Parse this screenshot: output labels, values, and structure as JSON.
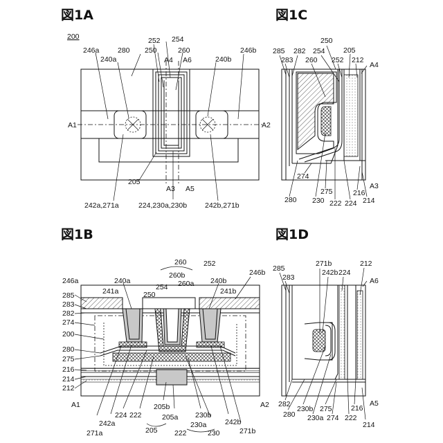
{
  "figures": {
    "fig1a": {
      "title": "図1A",
      "ref": "200",
      "labels": {
        "l246a": "246a",
        "l240a": "240a",
        "l280": "280",
        "l252": "252",
        "l254": "254",
        "l250": "250",
        "l260": "260",
        "lA4": "A4",
        "lA6": "A6",
        "l240b": "240b",
        "l246b": "246b",
        "lA1": "A1",
        "lA2": "A2",
        "l205": "205",
        "lA3": "A3",
        "lA5": "A5",
        "l242a": "242a,271a",
        "l224": "224,230a,230b",
        "l242b": "242b,271b"
      }
    },
    "fig1b": {
      "title": "図1B",
      "labels": {
        "l260": "260",
        "l252": "252",
        "l260b": "260b",
        "l246a": "246a",
        "l240a": "240a",
        "l260a": "260a",
        "l240b": "240b",
        "l246b": "246b",
        "l241a": "241a",
        "l254": "254",
        "l250": "250",
        "l241b": "241b",
        "l285": "285",
        "l283": "283",
        "l282": "282",
        "l274": "274",
        "l200": "200",
        "l280": "280",
        "l275": "275",
        "l216": "216",
        "l214": "214",
        "l212": "212",
        "lA1": "A1",
        "lA2": "A2",
        "l271a": "271a",
        "l242a": "242a",
        "l224": "224",
        "l222": "222",
        "l205b": "205b",
        "l205a": "205a",
        "l230b": "230b",
        "l230a": "230a",
        "l242b": "242b",
        "l271b": "271b",
        "l205": "205",
        "l222b": "222",
        "l230": "230"
      }
    },
    "fig1c": {
      "title": "図1C",
      "labels": {
        "l250": "250",
        "l285": "285",
        "l282": "282",
        "l254": "254",
        "l205": "205",
        "l283": "283",
        "l260": "260",
        "l252": "252",
        "l212": "212",
        "lA4": "A4",
        "lA3": "A3",
        "l274": "274",
        "l275": "275",
        "l216": "216",
        "l280": "280",
        "l230": "230",
        "l222": "222",
        "l224": "224",
        "l214": "214"
      }
    },
    "fig1d": {
      "title": "図1D",
      "labels": {
        "l271b": "271b",
        "l285": "285",
        "l242b": "242b",
        "l224": "224",
        "l212": "212",
        "l283": "283",
        "lA6": "A6",
        "lA5": "A5",
        "l282": "282",
        "l230b": "230b",
        "l275": "275",
        "l216": "216",
        "l280": "280",
        "l230a": "230a",
        "l274": "274",
        "l222": "222",
        "l214": "214"
      }
    }
  }
}
